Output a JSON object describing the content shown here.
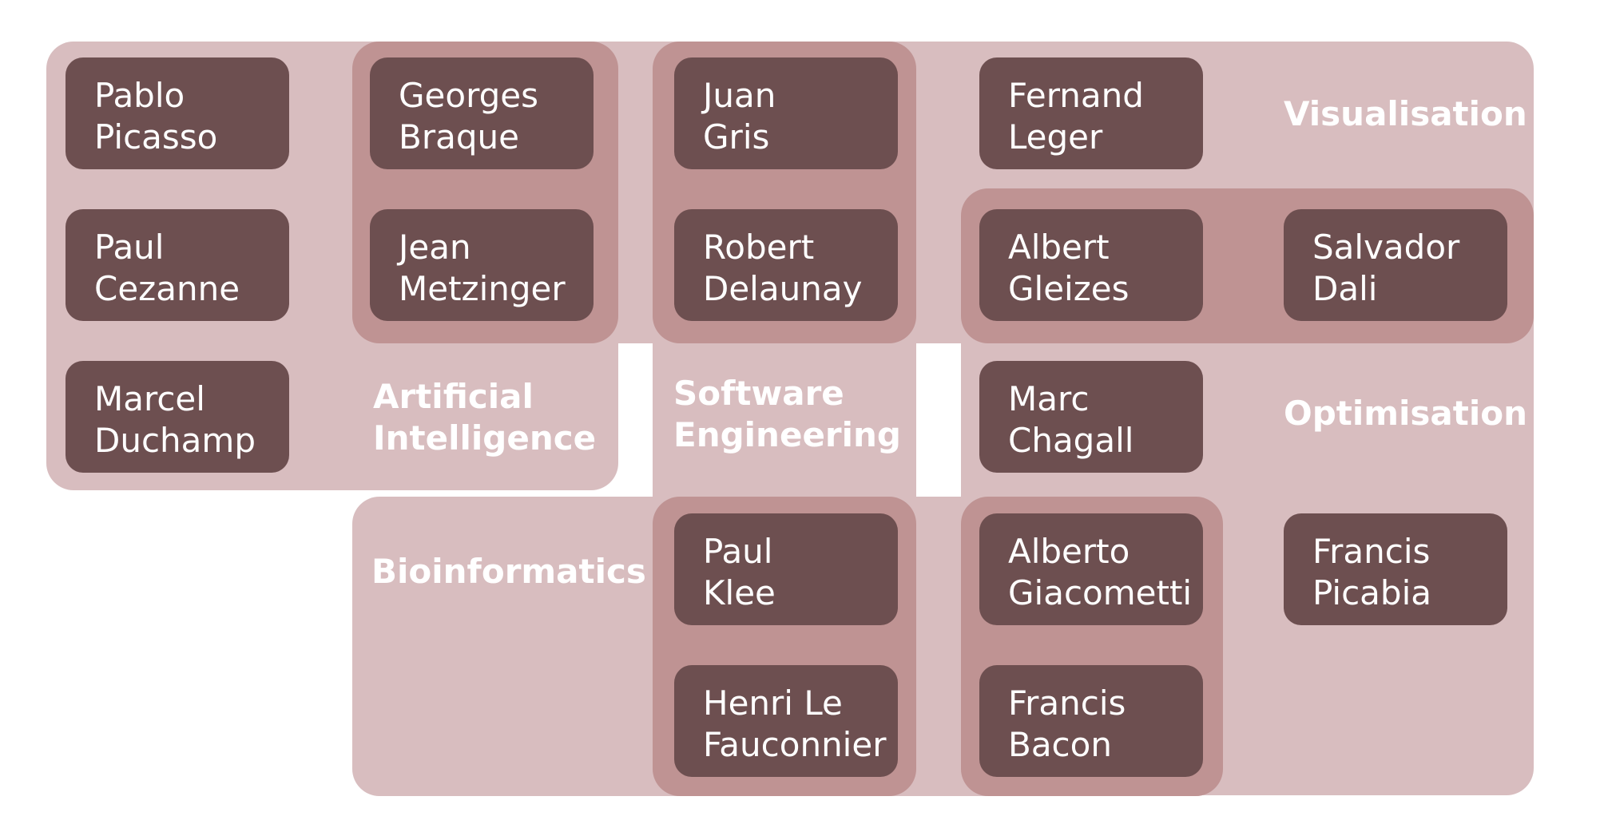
{
  "regions": {
    "visualisation": "Visualisation",
    "optimisation": "Optimisation",
    "artificial_intelligence": [
      "Artificial",
      "Intelligence"
    ],
    "software_engineering": [
      "Software",
      "Engineering"
    ],
    "bioinformatics": "Bioinformatics"
  },
  "nodes": [
    {
      "id": "pablo-picasso",
      "lines": [
        "Pablo",
        "Picasso"
      ]
    },
    {
      "id": "georges-braque",
      "lines": [
        "Georges",
        "Braque"
      ]
    },
    {
      "id": "juan-gris",
      "lines": [
        "Juan",
        "Gris"
      ]
    },
    {
      "id": "fernand-leger",
      "lines": [
        "Fernand",
        "Leger"
      ]
    },
    {
      "id": "paul-cezanne",
      "lines": [
        "Paul",
        "Cezanne"
      ]
    },
    {
      "id": "jean-metzinger",
      "lines": [
        "Jean",
        "Metzinger"
      ]
    },
    {
      "id": "robert-delaunay",
      "lines": [
        "Robert",
        "Delaunay"
      ]
    },
    {
      "id": "albert-gleizes",
      "lines": [
        "Albert",
        "Gleizes"
      ]
    },
    {
      "id": "salvador-dali",
      "lines": [
        "Salvador",
        "Dali"
      ]
    },
    {
      "id": "marcel-duchamp",
      "lines": [
        "Marcel",
        "Duchamp"
      ]
    },
    {
      "id": "marc-chagall",
      "lines": [
        "Marc",
        "Chagall"
      ]
    },
    {
      "id": "paul-klee",
      "lines": [
        "Paul",
        "Klee"
      ]
    },
    {
      "id": "alberto-giacometti",
      "lines": [
        "Alberto",
        "Giacometti"
      ]
    },
    {
      "id": "francis-picabia",
      "lines": [
        "Francis",
        "Picabia"
      ]
    },
    {
      "id": "henri-le-fauconnier",
      "lines": [
        "Henri Le",
        "Fauconnier"
      ]
    },
    {
      "id": "francis-bacon",
      "lines": [
        "Francis",
        "Bacon"
      ]
    }
  ],
  "colors": {
    "region_light": "#d8bdbf",
    "region_dark": "#bf9393",
    "node_fill": "#6d4f50",
    "text": "#ffffff"
  }
}
